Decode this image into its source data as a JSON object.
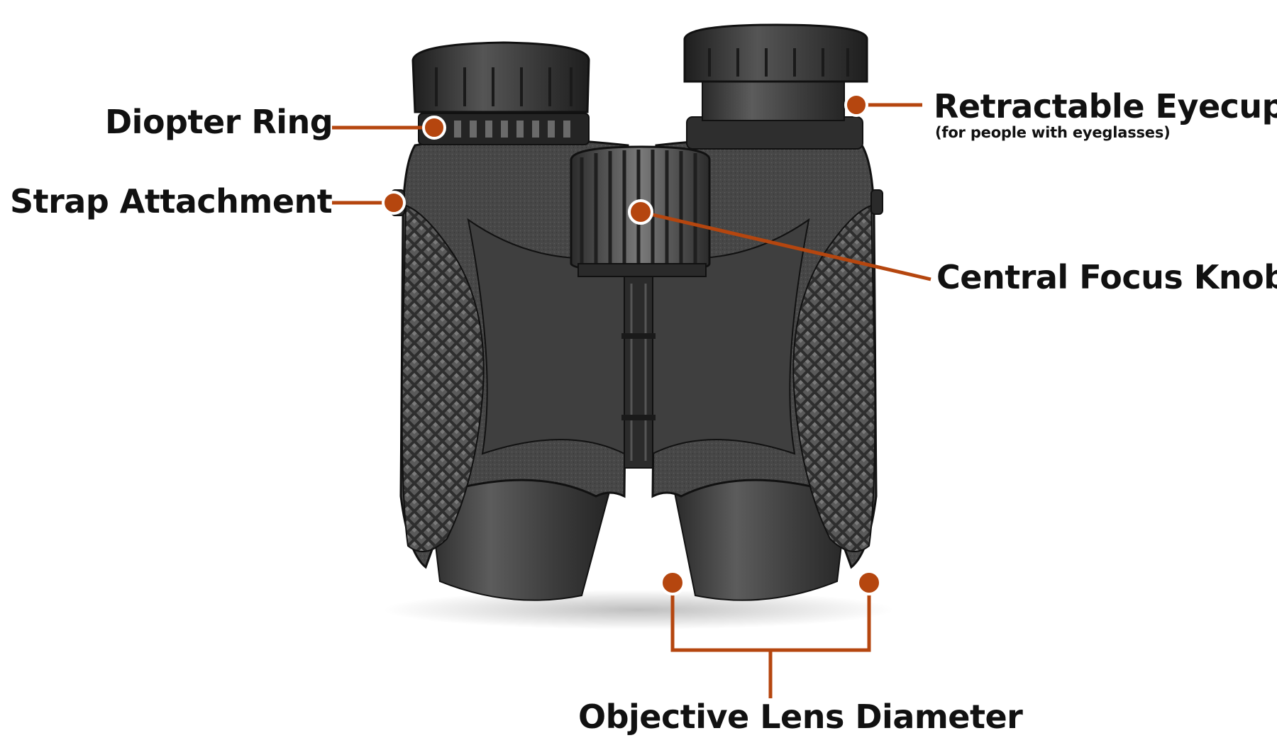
{
  "colors": {
    "accent": "#b5460f",
    "body_dark": "#3a3a3a",
    "body_mid": "#4d4d4d",
    "body_light": "#6a6a6a",
    "text": "#111111",
    "background": "#ffffff"
  },
  "labels": {
    "diopter_ring": "Diopter Ring",
    "strap_attachment": "Strap Attachment",
    "retractable_eyecup": "Retractable Eyecup",
    "retractable_eyecup_note": "(for people with eyeglasses)",
    "central_focus_knob": "Central Focus Knob",
    "objective_lens_diameter": "Objective Lens Diameter"
  },
  "illustration": {
    "subject": "binoculars"
  }
}
